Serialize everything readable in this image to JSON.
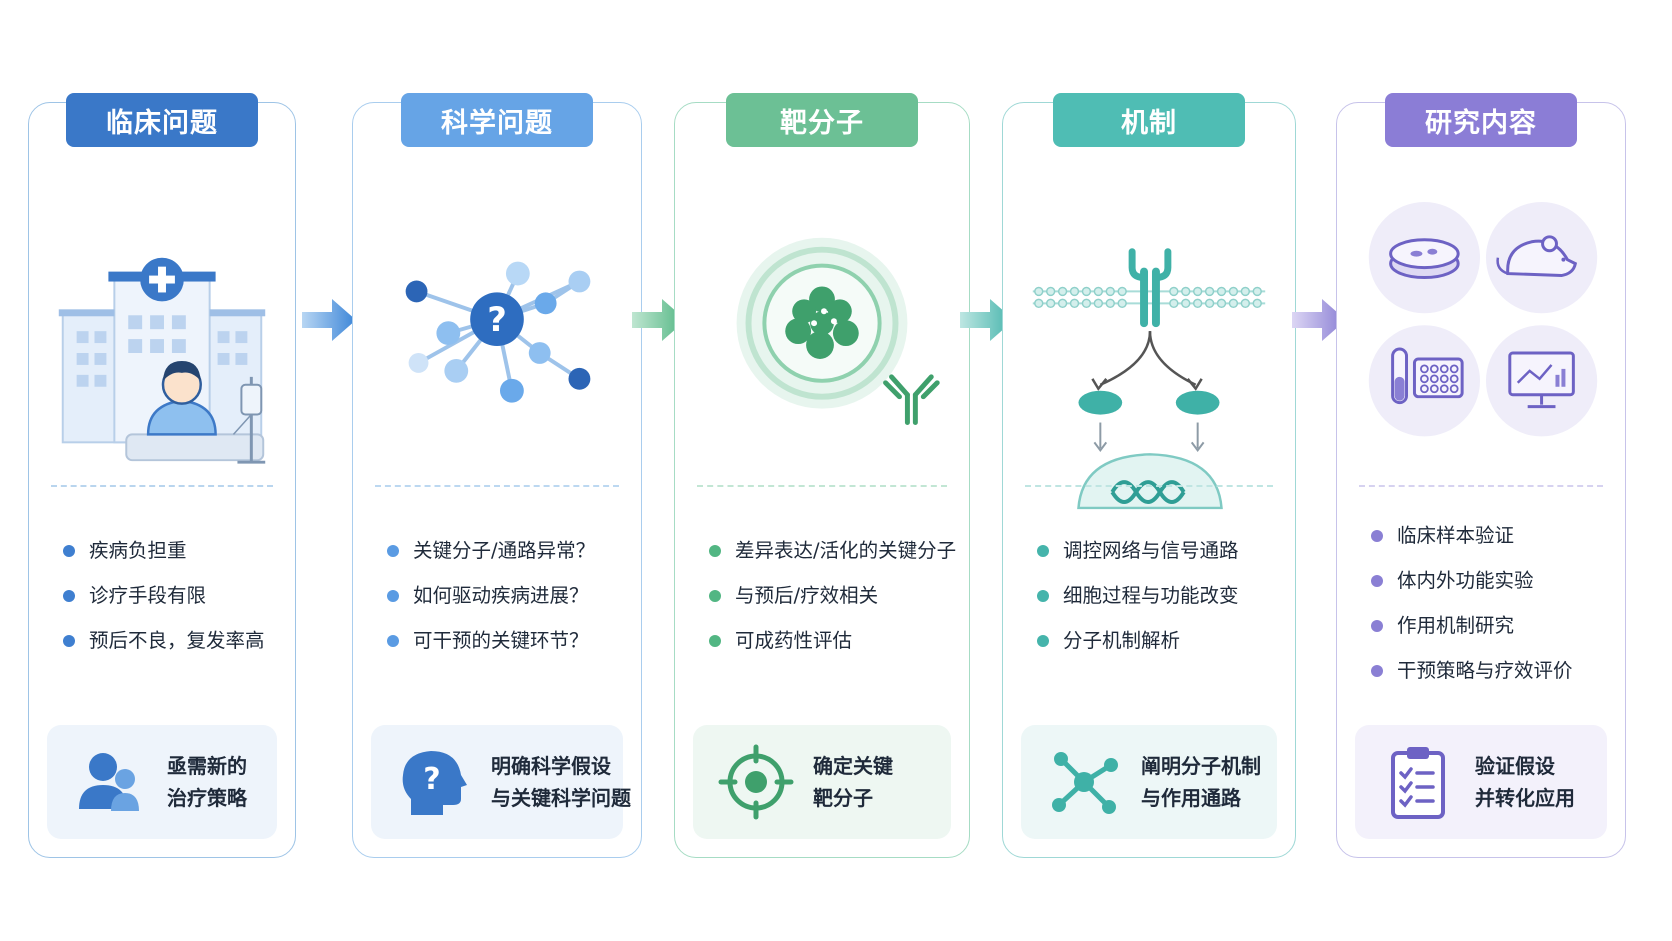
{
  "panels": [
    {
      "title": "临床问题",
      "icon": "hospital-patient-icon",
      "bullets": [
        "疾病负担重",
        "诊疗手段有限",
        "预后不良，复发率高"
      ],
      "summary": {
        "icon": "patients-icon",
        "line1": "亟需新的",
        "line2": "治疗策略"
      }
    },
    {
      "title": "科学问题",
      "icon": "network-question-icon",
      "bullets": [
        "关键分子/通路异常？",
        "如何驱动疾病进展？",
        "可干预的关键环节？"
      ],
      "summary": {
        "icon": "head-question-icon",
        "line1": "明确科学假设",
        "line2": "与关键科学问题"
      }
    },
    {
      "title": "靶分子",
      "icon": "target-molecule-icon",
      "bullets": [
        "差异表达/活化的关键分子",
        "与预后/疗效相关",
        "可成药性评估"
      ],
      "summary": {
        "icon": "crosshair-icon",
        "line1": "确定关键",
        "line2": "靶分子"
      }
    },
    {
      "title": "机制",
      "icon": "signaling-pathway-icon",
      "bullets": [
        "调控网络与信号通路",
        "细胞过程与功能改变",
        "分子机制解析"
      ],
      "summary": {
        "icon": "molecule-icon",
        "line1": "阐明分子机制",
        "line2": "与作用通路"
      }
    },
    {
      "title": "研究内容",
      "icon": "research-methods-icon",
      "bullets": [
        "临床样本验证",
        "体内外功能实验",
        "作用机制研究",
        "干预策略与疗效评价"
      ],
      "summary": {
        "icon": "clipboard-checklist-icon",
        "line1": "验证假设",
        "line2": "并转化应用"
      }
    }
  ],
  "colors": {
    "clinical": "#3a78c8",
    "scientific": "#66a4e6",
    "target": "#6cc095",
    "mechanism": "#4fbdb4",
    "research": "#8b7dd6"
  }
}
